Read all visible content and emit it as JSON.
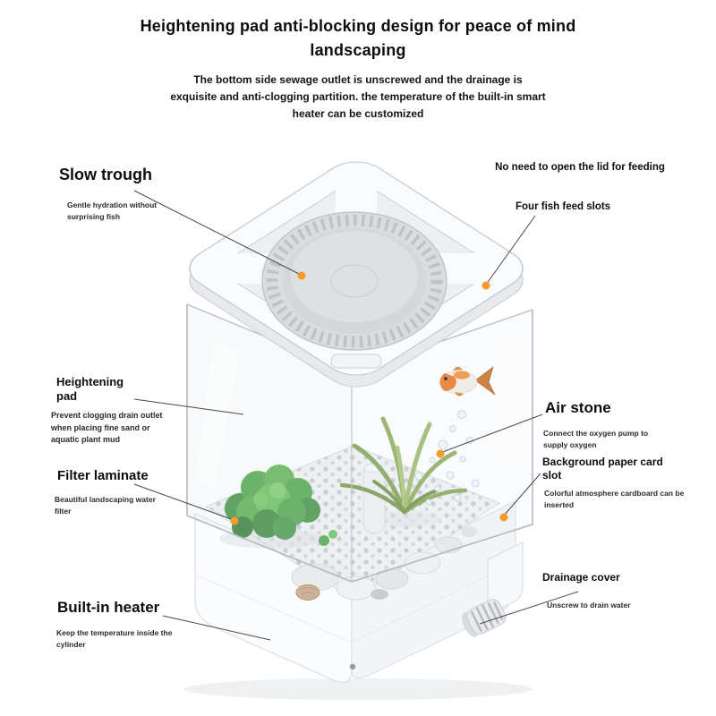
{
  "header": {
    "title": "Heightening pad anti-blocking design for peace of mind landscaping",
    "subtitle": "The bottom side sewage outlet is unscrewed and the drainage is exquisite and anti-clogging partition. the temperature of the built-in smart heater can be customized"
  },
  "callouts": {
    "slow_trough": {
      "title": "Slow trough",
      "desc": "Gentle hydration without surprising fish"
    },
    "feeding": {
      "title": "No need to open the lid for feeding",
      "sub": "Four fish feed slots"
    },
    "heightening_pad": {
      "title": "Heightening pad",
      "desc": "Prevent clogging drain outlet when placing fine sand or aquatic plant mud"
    },
    "filter_laminate": {
      "title": "Filter laminate",
      "desc": "Beautiful landscaping water filter"
    },
    "built_in_heater": {
      "title": "Built-in heater",
      "desc": "Keep the temperature inside the cylinder"
    },
    "air_stone": {
      "title": "Air stone",
      "desc": "Connect the oxygen pump to supply oxygen"
    },
    "background_slot": {
      "title": "Background paper card slot",
      "desc": "Colorful atmosphere cardboard can be inserted"
    },
    "drainage_cover": {
      "title": "Drainage cover",
      "desc": "Unscrew to drain water"
    }
  },
  "colors": {
    "accent_dot": "#f59b2c",
    "callout_line": "#4a4a4a",
    "text": "#0d0d0d",
    "plant_green": "#4ea449",
    "product_gray": "#dadde0"
  }
}
